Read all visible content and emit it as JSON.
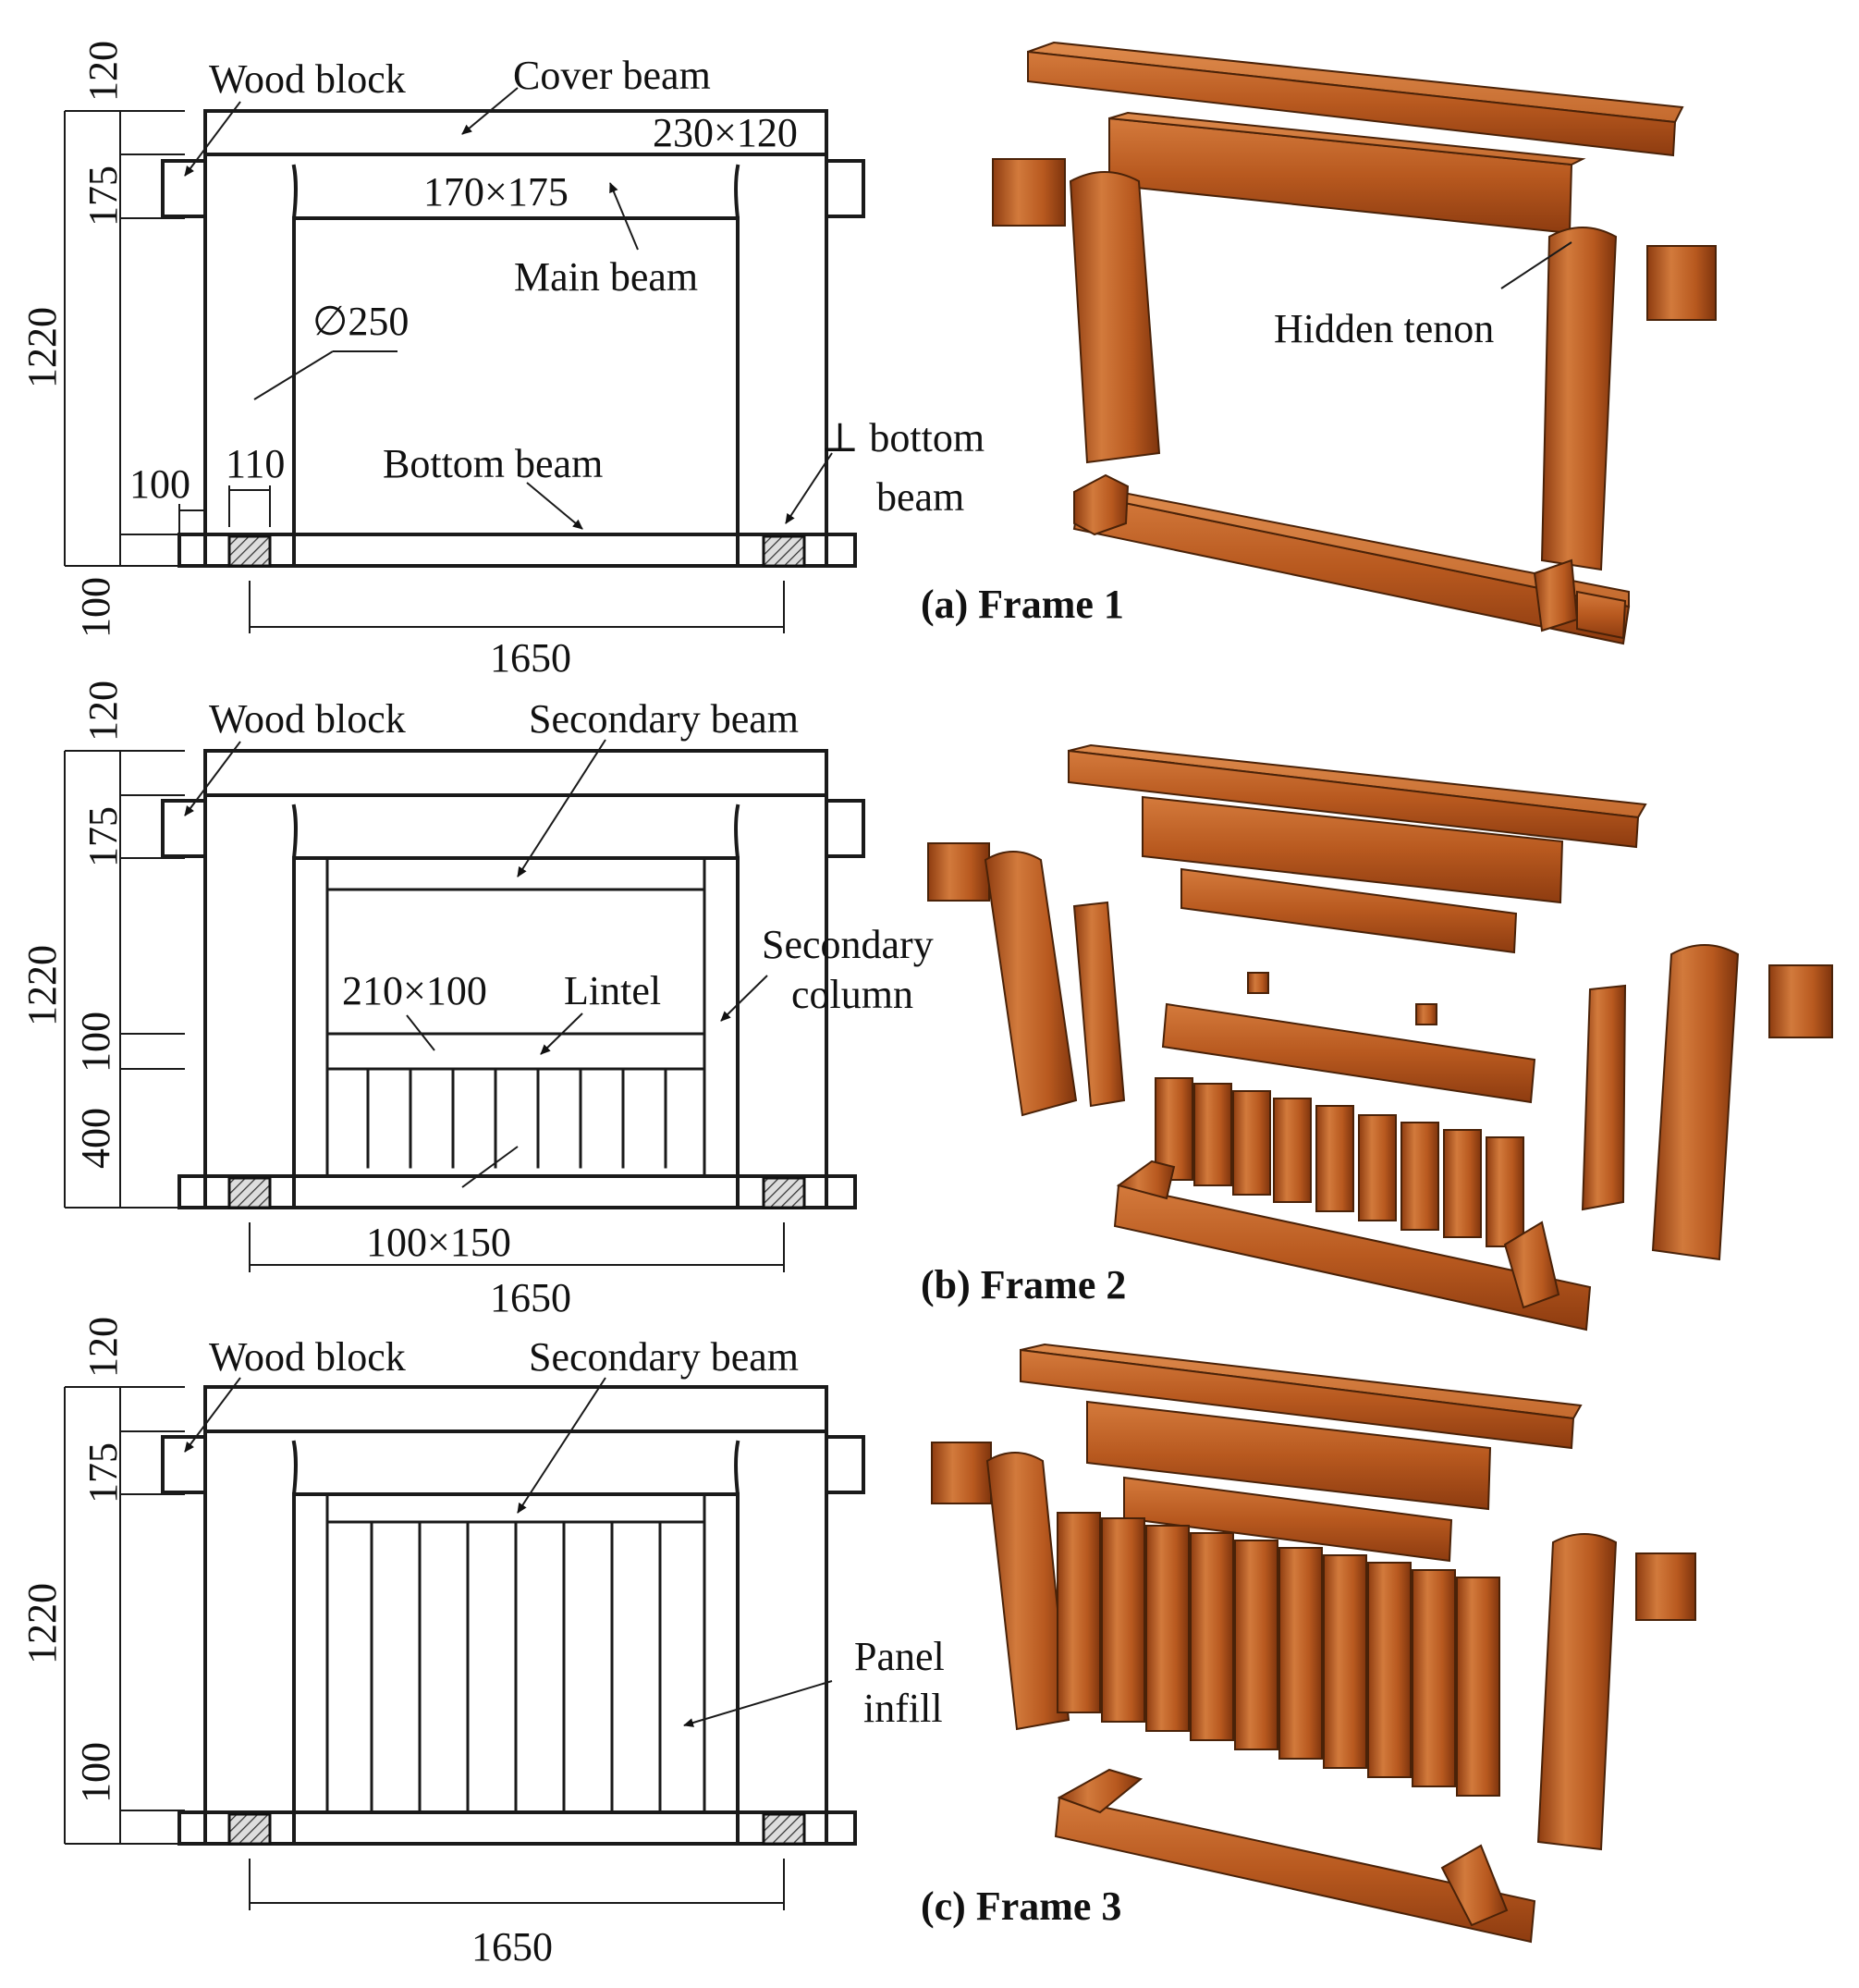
{
  "frames": [
    {
      "caption": "(a) Frame 1",
      "labels": {
        "wood_block": "Wood block",
        "cover_beam": "Cover beam",
        "cover_dim": "230×120",
        "main_dim": "170×175",
        "main_beam": "Main beam",
        "column_dim": "∅250",
        "bottom_beam": "Bottom beam",
        "perp_bottom_1": "⊥ bottom",
        "perp_bottom_2": "beam",
        "hidden_tenon": "Hidden tenon"
      },
      "dims": {
        "top": "120",
        "main": "175",
        "height": "1220",
        "base": "100",
        "block_w": "100",
        "sq_w": "110",
        "span": "1650"
      }
    },
    {
      "caption": "(b) Frame 2",
      "labels": {
        "wood_block": "Wood block",
        "secondary_beam": "Secondary beam",
        "secondary_column_1": "Secondary",
        "secondary_column_2": "column",
        "lintel_dim": "210×100",
        "lintel": "Lintel",
        "slat_dim": "100×150"
      },
      "dims": {
        "top": "120",
        "main": "175",
        "height": "1220",
        "lintel": "100",
        "lower": "400",
        "span": "1650"
      }
    },
    {
      "caption": "(c) Frame 3",
      "labels": {
        "wood_block": "Wood block",
        "secondary_beam": "Secondary beam",
        "panel_1": "Panel",
        "panel_2": "infill"
      },
      "dims": {
        "top": "120",
        "main": "175",
        "height": "1220",
        "bottom": "100",
        "span": "1650"
      }
    }
  ],
  "colors": {
    "wood_light": "#c96a30",
    "wood_mid": "#b5561f",
    "wood_dark": "#8a3a10",
    "ink": "#1a1a1a"
  }
}
